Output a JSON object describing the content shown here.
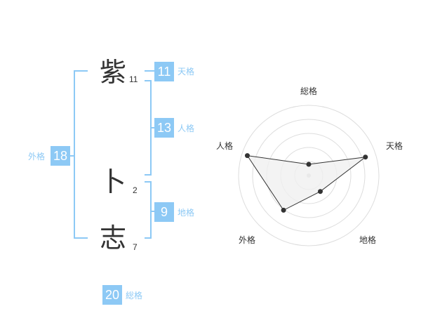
{
  "name": {
    "chars": [
      {
        "char": "紫",
        "strokes": "11"
      },
      {
        "char": "卜",
        "strokes": "2"
      },
      {
        "char": "志",
        "strokes": "7"
      }
    ]
  },
  "kaku": {
    "tenkaku": {
      "value": "11",
      "label": "天格"
    },
    "jinkaku": {
      "value": "13",
      "label": "人格"
    },
    "chikaku": {
      "value": "9",
      "label": "地格"
    },
    "gaikaku": {
      "value": "18",
      "label": "外格"
    },
    "soukaku": {
      "value": "20",
      "label": "総格"
    }
  },
  "radar": {
    "axes": [
      "総格",
      "天格",
      "地格",
      "外格",
      "人格"
    ],
    "levels": 5,
    "values": [
      0.16,
      0.85,
      0.28,
      0.61,
      0.92
    ],
    "colors": {
      "grid": "#dddddd",
      "fill": "#f0f0f0",
      "line": "#333333",
      "point": "#333333",
      "center": "#cccccc"
    }
  }
}
